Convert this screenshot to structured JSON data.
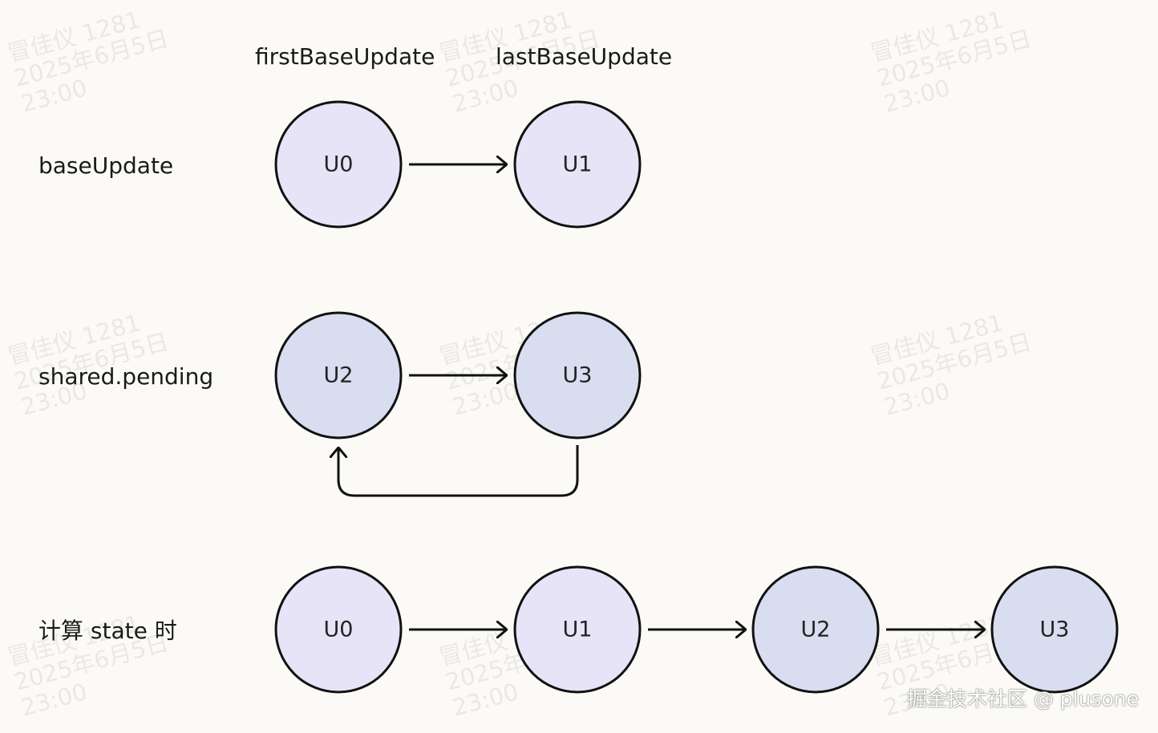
{
  "headers": {
    "first": "firstBaseUpdate",
    "last": "lastBaseUpdate"
  },
  "rows": [
    {
      "label": "baseUpdate",
      "nodes": [
        {
          "text": "U0",
          "fill": "#e8e4f7"
        },
        {
          "text": "U1",
          "fill": "#e8e4f7"
        }
      ]
    },
    {
      "label": "shared.pending",
      "nodes": [
        {
          "text": "U2",
          "fill": "#d8ddf0"
        },
        {
          "text": "U3",
          "fill": "#d8ddf0"
        }
      ]
    },
    {
      "label": "计算 state 时",
      "nodes": [
        {
          "text": "U0",
          "fill": "#e8e4f7"
        },
        {
          "text": "U1",
          "fill": "#e8e4f7"
        },
        {
          "text": "U2",
          "fill": "#d8ddf0"
        },
        {
          "text": "U3",
          "fill": "#d8ddf0"
        }
      ]
    }
  ],
  "watermark": {
    "line1": "冒佳仪 1281",
    "line2": "2025年6月5日",
    "line3": "23:00"
  },
  "credit": "掘金技术社区 @ plusone",
  "colors": {
    "stroke": "#111111",
    "background": "#fbfaf6"
  }
}
